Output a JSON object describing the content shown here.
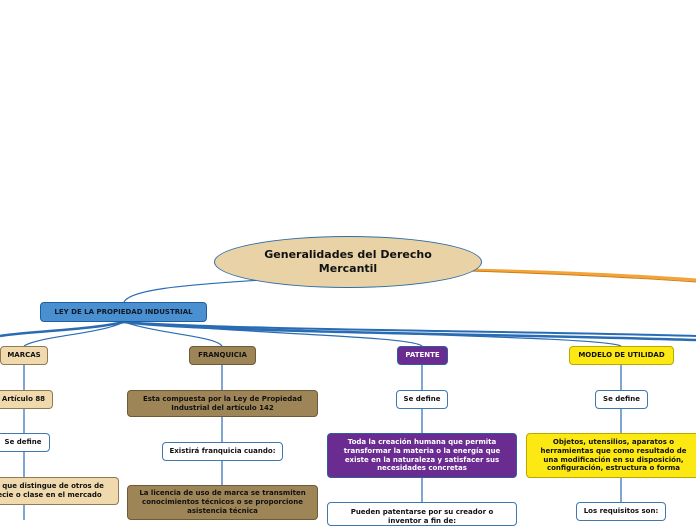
{
  "root": {
    "title": "Generalidades del Derecho Mercantil"
  },
  "ley": {
    "label": "LEY DE LA PROPIEDAD INDUSTRIAL"
  },
  "branches": {
    "marcas": {
      "label": "MARCAS",
      "articulo": "Artículo 88",
      "se_define": "Se define",
      "definicion": "e que distingue de otros de ecie o clase en el mercado"
    },
    "franquicia": {
      "label": "FRANQUICIA",
      "compuesta": "Esta compuesta por la Ley de Propiedad Industrial del artículo 142",
      "existira": "Existirá franquicia cuando:",
      "licencia": "La licencia de uso de marca se transmiten conocimientos técnicos o se proporcione asistencia técnica"
    },
    "patente": {
      "label": "PATENTE",
      "se_define": "Se define",
      "definicion": "Toda la creación humana que permita transformar la materia o la energía que existe en la naturaleza y satisfacer sus necesidades concretas",
      "pueden": "Pueden patentarse por su creador o inventor a fin de:"
    },
    "modelo": {
      "label": "MODELO DE UTILIDAD",
      "se_define": "Se define",
      "definicion": "Objetos, utensilios, aparatos o herramientas que como resultado de una modificación en su disposición, configuración, estructura o forma",
      "requisitos": "Los requisitos son:"
    }
  },
  "colors": {
    "connector": "#2a6cb4",
    "orange_connector": "#f2a43a",
    "root_fill": "#e9d3a6",
    "ley_fill": "#4a8fd0",
    "marcas_fill": "#efd9ad",
    "franquicia_fill": "#9e8558",
    "patente_fill": "#6a2c91",
    "modelo_fill": "#fce813"
  }
}
